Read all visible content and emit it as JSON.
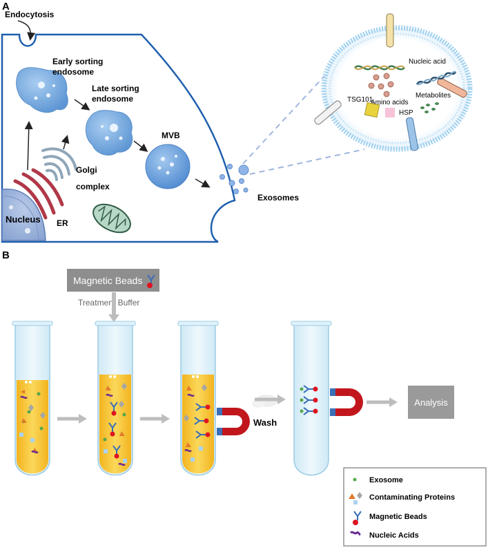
{
  "panel_a": {
    "label": "A",
    "endocytosis": "Endocytosis",
    "early_line1": "Early sorting",
    "early_line2": "endosome",
    "late_line1": "Late sorting",
    "late_line2": "endosome",
    "mvb": "MVB",
    "golgi_line1": "Golgi",
    "golgi_line2": "complex",
    "nucleus": "Nucleus",
    "er": "ER",
    "exosomes": "Exosomes",
    "nucleic_acid": "Nucleic acid",
    "amino_acids": "Amino acids",
    "tsg101": "TSG101",
    "hsp": "HSP",
    "metabolites": "Metabolites"
  },
  "panel_b": {
    "label": "B",
    "magnetic_beads_box": "Magnetic Beads",
    "treatment_buffer": "Treatment Buffer",
    "wash": "Wash",
    "analysis": "Analysis",
    "legend": [
      {
        "label": "Exosome",
        "icon": "exosome-dot-icon"
      },
      {
        "label": "Contaminating Proteins",
        "icon": "protein-shapes-icon"
      },
      {
        "label": "Magnetic Beads",
        "icon": "bead-antibody-icon"
      },
      {
        "label": "Nucleic Acids",
        "icon": "nucleic-acid-icon"
      }
    ]
  },
  "colors": {
    "cell_border": "#1f5fae",
    "endosome": "#6fa7df",
    "liquid": "#f6c739",
    "magnet_red": "#c2161d",
    "magnet_blue": "#3a6fb6",
    "arrow_gray": "#bdbdbd",
    "analysis_box": "#9a9a9a"
  }
}
